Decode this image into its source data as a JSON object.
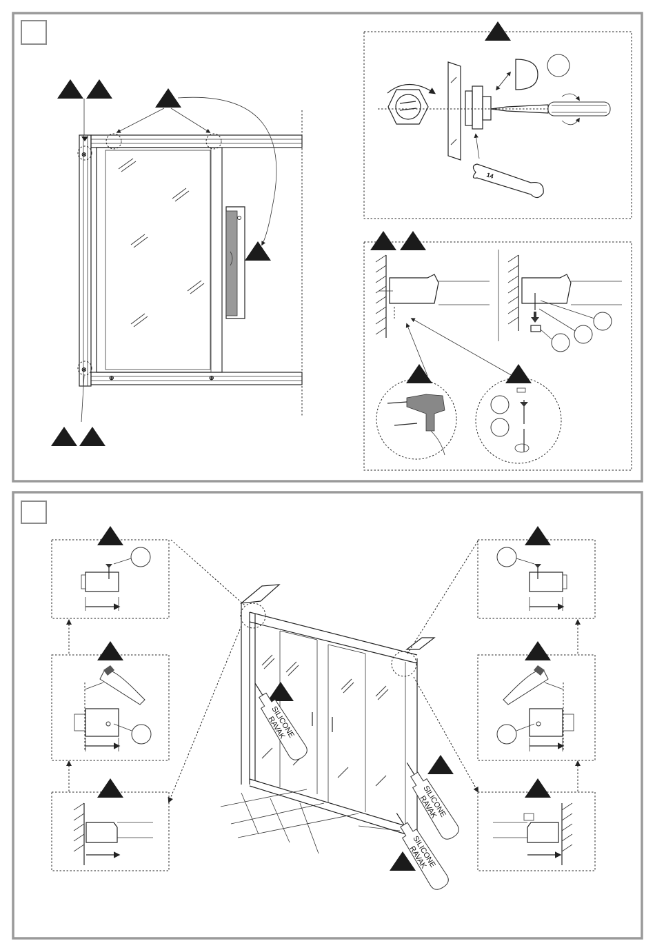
{
  "figure": {
    "wrench_size": "14",
    "silicone_label_line1": "SILICONE",
    "silicone_label_line2": "RAVAK"
  },
  "colors": {
    "panel_border": "#9a9a9a",
    "ink": "#1b1b1b",
    "drill_gray": "#777777"
  }
}
